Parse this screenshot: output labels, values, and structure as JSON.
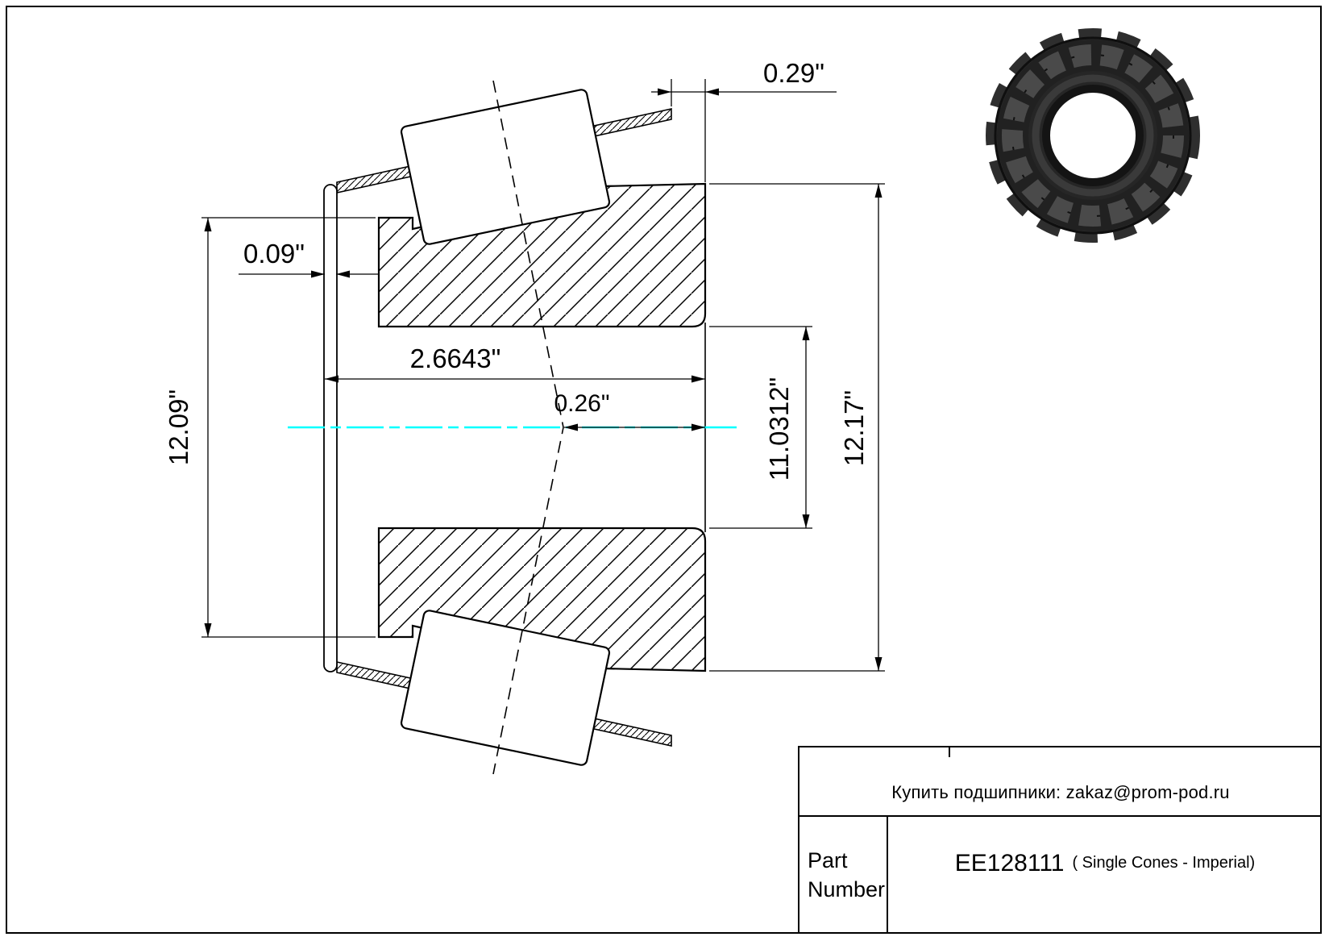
{
  "drawing": {
    "dimensions": {
      "d029": "0.29\"",
      "d009": "0.09\"",
      "d26643": "2.6643\"",
      "d026": "0.26\"",
      "d110312": "11.0312\"",
      "d1209": "12.09\"",
      "d1217": "12.17\""
    },
    "centerline_color": "#00ffff"
  },
  "title_block": {
    "note": "Купить подшипники: zakaz@prom-pod.ru",
    "part_label": "Part Number",
    "part_number": "EE128111",
    "part_type": "( Single Cones - Imperial)"
  }
}
